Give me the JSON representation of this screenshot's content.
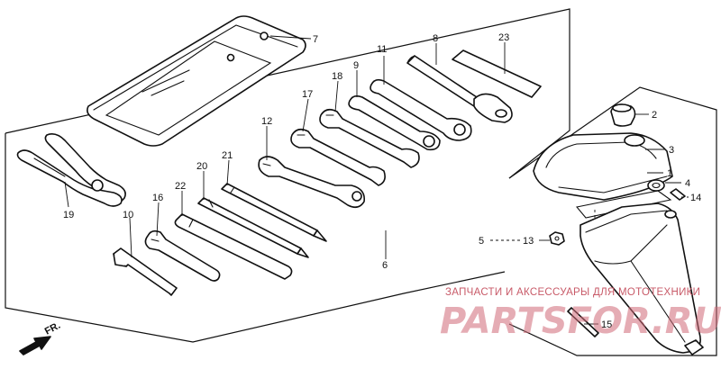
{
  "diagram": {
    "callouts": [
      {
        "id": "c7",
        "label": "7"
      },
      {
        "id": "c11",
        "label": "11"
      },
      {
        "id": "c8",
        "label": "8"
      },
      {
        "id": "c23",
        "label": "23"
      },
      {
        "id": "c18",
        "label": "18"
      },
      {
        "id": "c9",
        "label": "9"
      },
      {
        "id": "c17",
        "label": "17"
      },
      {
        "id": "c12",
        "label": "12"
      },
      {
        "id": "c19",
        "label": "19"
      },
      {
        "id": "c20",
        "label": "20"
      },
      {
        "id": "c21",
        "label": "21"
      },
      {
        "id": "c22",
        "label": "22"
      },
      {
        "id": "c16",
        "label": "16"
      },
      {
        "id": "c10",
        "label": "10"
      },
      {
        "id": "c6",
        "label": "6"
      },
      {
        "id": "c2",
        "label": "2"
      },
      {
        "id": "c3",
        "label": "3"
      },
      {
        "id": "c1",
        "label": "1"
      },
      {
        "id": "c4",
        "label": "4"
      },
      {
        "id": "c14",
        "label": "14"
      },
      {
        "id": "c5",
        "label": "5"
      },
      {
        "id": "c13",
        "label": "13"
      },
      {
        "id": "c15",
        "label": "15"
      }
    ],
    "direction_label": "FR."
  },
  "watermark": {
    "subtitle": "ЗАПЧАСТИ И АКСЕССУАРЫ ДЛЯ МОТОТЕХНИКИ",
    "brand": "PARTSFOR.RU",
    "colors": {
      "text": "#d06a78",
      "subtitle": "#c85a68"
    }
  }
}
